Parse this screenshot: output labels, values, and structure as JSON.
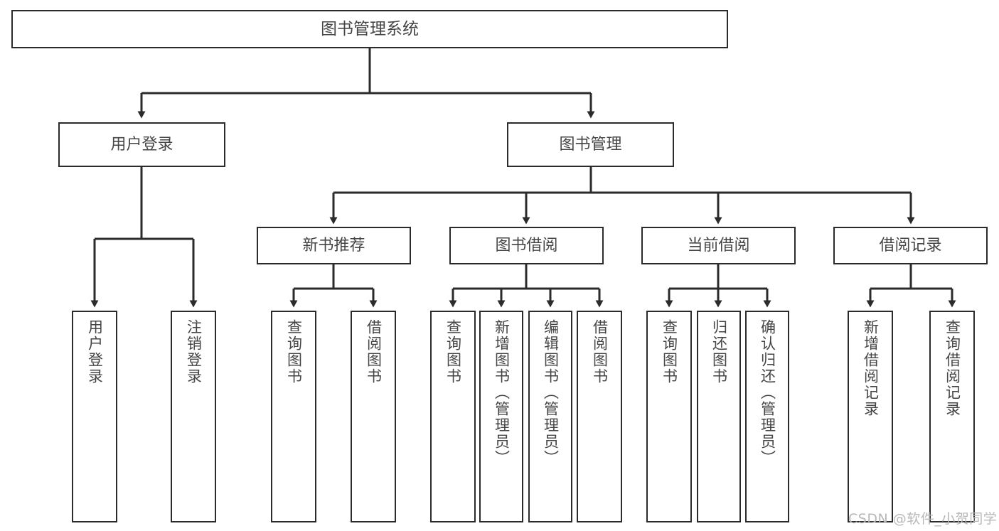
{
  "diagram": {
    "title": "图书管理系统",
    "type": "hierarchy-tree",
    "root": {
      "label": "图书管理系统"
    },
    "level2": [
      {
        "label": "用户登录"
      },
      {
        "label": "图书管理"
      }
    ],
    "level3": [
      {
        "label": "新书推荐"
      },
      {
        "label": "图书借阅"
      },
      {
        "label": "当前借阅"
      },
      {
        "label": "借阅记录"
      }
    ],
    "leaves": {
      "user_login": [
        {
          "label": "用户登录"
        },
        {
          "label": "注销登录"
        }
      ],
      "new_book_recommend": [
        {
          "label": "查询图书"
        },
        {
          "label": "借阅图书"
        }
      ],
      "book_borrow": [
        {
          "label": "查询图书"
        },
        {
          "label": "新增图书（管理员）"
        },
        {
          "label": "编辑图书（管理员）"
        },
        {
          "label": "借阅图书"
        }
      ],
      "current_borrow": [
        {
          "label": "查询图书"
        },
        {
          "label": "归还图书"
        },
        {
          "label": "确认归还（管理员）"
        }
      ],
      "borrow_record": [
        {
          "label": "新增借阅记录"
        },
        {
          "label": "查询借阅记录"
        }
      ]
    }
  },
  "watermark": {
    "text": "CSDN @软件_小贺同学"
  },
  "colors": {
    "border": "#2b2b2b",
    "text": "#454545",
    "background": "#ffffff",
    "watermark": "#b8b8b8"
  }
}
